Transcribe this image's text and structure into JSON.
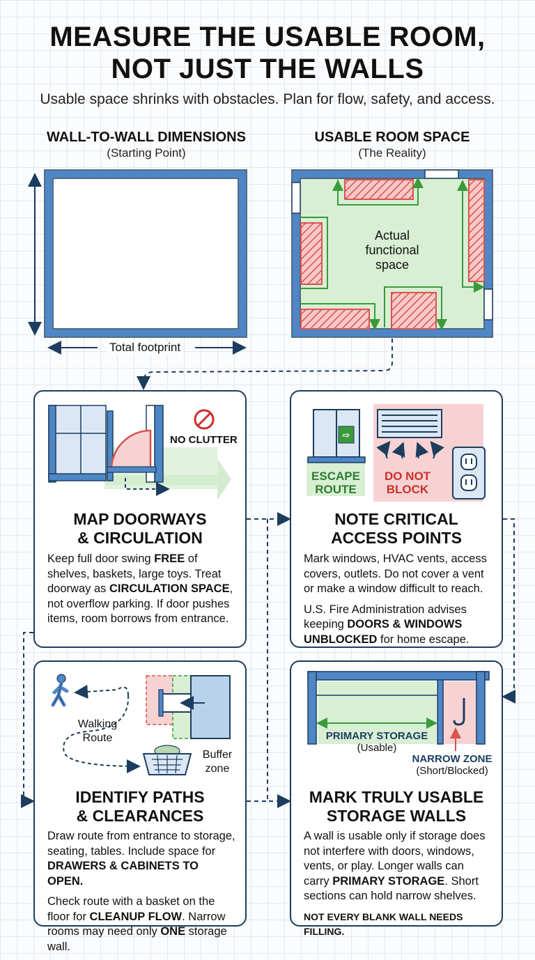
{
  "header": {
    "title_line1": "MEASURE THE USABLE ROOM,",
    "title_line2": "NOT JUST THE WALLS",
    "subtitle": "Usable space shrinks with obstacles. Plan for flow, safety, and access."
  },
  "left_plan": {
    "heading": "WALL-TO-WALL DIMENSIONS",
    "subheading": "(Starting Point)",
    "footprint_label": "Total footprint"
  },
  "right_plan": {
    "heading": "USABLE ROOM SPACE",
    "subheading": "(The Reality)",
    "center_line1": "Actual",
    "center_line2": "functional",
    "center_line3": "space"
  },
  "cards": {
    "doorways": {
      "badge": "NO CLUTTER",
      "title_line1": "MAP DOORWAYS",
      "title_line2": "& CIRCULATION",
      "p1_a": "Keep full door swing ",
      "p1_b": "FREE",
      "p1_c": " of shelves, baskets, large toys. Treat doorway as ",
      "p1_d": "CIRCULATION SPACE",
      "p1_e": ", not overflow parking. If door pushes items, room borrows from entrance."
    },
    "access": {
      "escape_line1": "ESCAPE",
      "escape_line2": "ROUTE",
      "block_line1": "DO NOT",
      "block_line2": "BLOCK",
      "title_line1": "NOTE CRITICAL",
      "title_line2": "ACCESS POINTS",
      "p1": "Mark windows, HVAC vents, access covers, outlets. Do not cover a vent or make a window difficult to reach.",
      "p2_a": "U.S. Fire Administration advises keeping ",
      "p2_b": "DOORS & WINDOWS UNBLOCKED",
      "p2_c": " for home escape."
    },
    "paths": {
      "walking_line1": "Walking",
      "walking_line2": "Route",
      "buffer_line1": "Buffer",
      "buffer_line2": "zone",
      "title_line1": "IDENTIFY PATHS",
      "title_line2": "& CLEARANCES",
      "p1_a": "Draw route from entrance to storage, seating, tables. Include space for ",
      "p1_b": "DRAWERS & CABINETS TO OPEN.",
      "p2_a": "Check route with a basket on the floor for ",
      "p2_b": "CLEANUP FLOW",
      "p2_c": ". Narrow rooms may need only ",
      "p2_d": "ONE",
      "p2_e": " storage wall."
    },
    "storage": {
      "primary_label": "PRIMARY STORAGE",
      "primary_sub": "(Usable)",
      "narrow_label": "NARROW ZONE",
      "narrow_sub": "(Short/Blocked)",
      "title_line1": "MARK TRULY USABLE",
      "title_line2": "STORAGE WALLS",
      "p1_a": "A wall is usable only if storage does not interfere with doors, windows, vents, or play. Longer walls can carry ",
      "p1_b": "PRIMARY STORAGE",
      "p1_c": ". Short sections can hold narrow shelves.",
      "p2": "NOT EVERY BLANK WALL NEEDS FILLING."
    }
  },
  "colors": {
    "wall_blue": "#4f86c6",
    "navy": "#1c3d5e",
    "green_zone": "#d8efd4",
    "red_hatch": "#d9534f",
    "pink_zone": "#f7d2d2"
  }
}
